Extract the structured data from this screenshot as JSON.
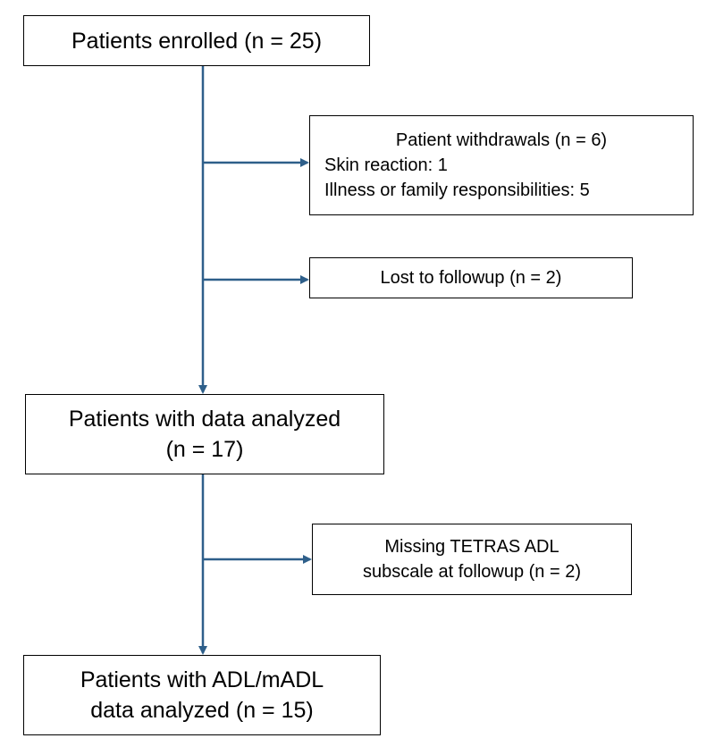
{
  "flowchart": {
    "enrolled": {
      "text": "Patients enrolled (n = 25)"
    },
    "withdrawals": {
      "title": "Patient withdrawals (n = 6)",
      "items": [
        "Skin reaction: 1",
        "Illness or family responsibilities: 5"
      ]
    },
    "lost": {
      "text": "Lost to followup (n = 2)"
    },
    "analyzed": {
      "lines": [
        "Patients with data analyzed",
        "(n = 17)"
      ]
    },
    "missing": {
      "lines": [
        "Missing TETRAS ADL",
        "subscale at followup (n = 2)"
      ]
    },
    "adl_analyzed": {
      "lines": [
        "Patients with ADL/mADL",
        "data analyzed (n = 15)"
      ]
    }
  },
  "colors": {
    "arrow": "#2e5f8a",
    "border": "#000000"
  }
}
